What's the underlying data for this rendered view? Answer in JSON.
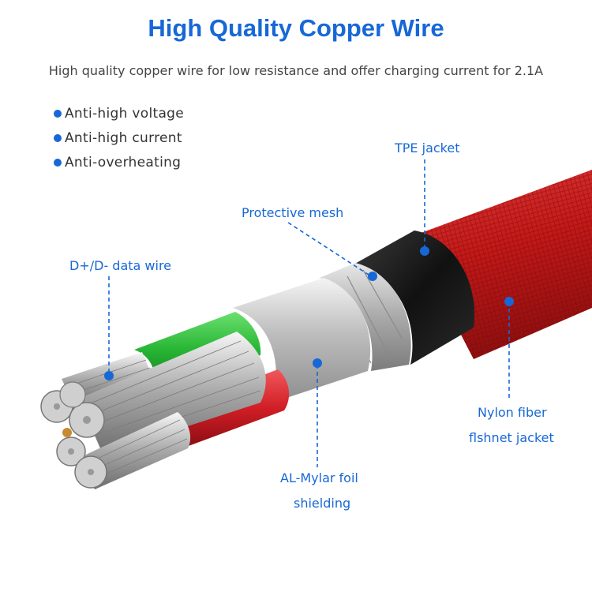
{
  "title": "High Quality Copper Wire",
  "subtitle": "High quality copper wire for low resistance and offer charging current for 2.1A",
  "features": [
    "Anti-high voltage",
    "Anti-high current",
    "Anti-overheating"
  ],
  "labels": {
    "tpe_jacket": "TPE jacket",
    "protective_mesh": "Protective mesh",
    "data_wire": "D+/D- data wire",
    "nylon_line1": "Nylon fiber",
    "nylon_line2": "flshnet jacket",
    "mylar_line1": "AL-Mylar foil",
    "mylar_line2": "shielding"
  },
  "colors": {
    "accent": "#1768d6",
    "jacket_red": "#c81d1d",
    "tpe_black": "#1a1a1a",
    "wire_green": "#2fbf3a",
    "wire_red": "#d8232a",
    "foil_silver": "#c9c9c9"
  }
}
